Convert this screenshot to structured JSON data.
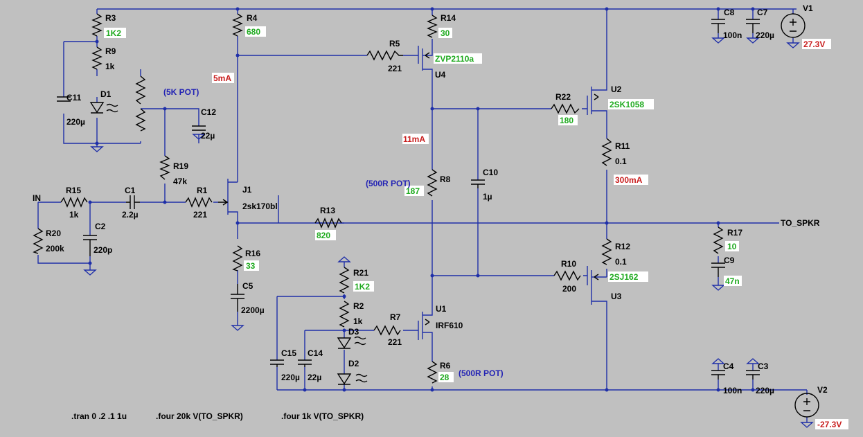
{
  "labels": {
    "R3": "R3",
    "R3v": "1K2",
    "R9": "R9",
    "R9v": "1k",
    "C11": "C11",
    "C11v": "220µ",
    "D1": "D1",
    "pot5k": "(5K POT)",
    "C12": "C12",
    "C12v": "22µ",
    "R4": "R4",
    "R4v": "680",
    "i5mA": "5mA",
    "R5": "R5",
    "R5v": "221",
    "R14": "R14",
    "R14v": "30",
    "U4n": "ZVP2110a",
    "U4": "U4",
    "i11mA": "11mA",
    "R22": "R22",
    "R22v": "180",
    "U2": "U2",
    "U2n": "2SK1058",
    "R11": "R11",
    "R11v": "0.1",
    "i300mA": "300mA",
    "C10": "C10",
    "C10v": "1µ",
    "pot500a": "(500R POT)",
    "R8": "R8",
    "R8v": "187",
    "R19": "R19",
    "R19v": "47k",
    "IN": "IN",
    "R15": "R15",
    "R15v": "1k",
    "C1": "C1",
    "C1v": "2.2µ",
    "R1": "R1",
    "R1v": "221",
    "J1": "J1",
    "J1n": "2sk170bl",
    "R13": "R13",
    "R13v": "820",
    "C2": "C2",
    "C2v": "220p",
    "R20": "R20",
    "R20v": "200k",
    "R16": "R16",
    "R16v": "33",
    "C5": "C5",
    "C5v": "2200µ",
    "R21": "R21",
    "R21v": "1K2",
    "R2": "R2",
    "R2v": "1k",
    "D3": "D3",
    "D2": "D2",
    "C15": "C15",
    "C15v": "220µ",
    "C14": "C14",
    "C14v": "22µ",
    "R7": "R7",
    "R7v": "221",
    "U1": "U1",
    "U1n": "IRF610",
    "R6": "R6",
    "R6v": "28",
    "pot500b": "(500R POT)",
    "R10": "R10",
    "R10v": "200",
    "R12": "R12",
    "R12v": "0.1",
    "U3n": "2SJ162",
    "U3": "U3",
    "R17": "R17",
    "R17v": "10",
    "C9": "C9",
    "C9v": "47n",
    "TO_SPKR": "TO_SPKR",
    "C8": "C8",
    "C8v": "100n",
    "C7": "C7",
    "C7v": "220µ",
    "V1": "V1",
    "V1v": "27.3V",
    "C4": "C4",
    "C4v": "100n",
    "C3": "C3",
    "C3v": "220µ",
    "V2": "V2",
    "V2v": "-27.3V"
  },
  "directives": {
    "tran": ".tran 0 .2 .1 1u",
    "four1": ".four 20k V(TO_SPKR)",
    "four2": ".four 1k V(TO_SPKR)"
  },
  "colors": {
    "background": "#c0c0c0",
    "wire": "#1f2fa8",
    "value_green": "#1faa1f",
    "current_red": "#c81e1e",
    "note_blue": "#2323b4"
  }
}
